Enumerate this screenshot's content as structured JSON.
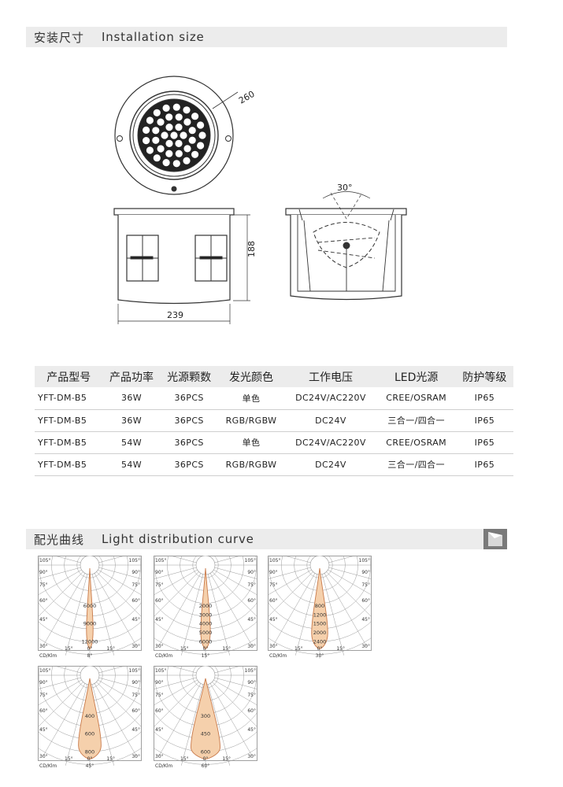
{
  "installation": {
    "title_cn": "安装尺寸",
    "title_en": "Installation size",
    "dim_diameter": "260",
    "dim_height": "188",
    "dim_width": "239",
    "tilt_angle": "30°"
  },
  "spec_table": {
    "headers": [
      "产品型号",
      "产品功率",
      "光源颗数",
      "发光颜色",
      "工作电压",
      "LED光源",
      "防护等级"
    ],
    "rows": [
      [
        "YFT-DM-B5",
        "36W",
        "36PCS",
        "单色",
        "DC24V/AC220V",
        "CREE/OSRAM",
        "IP65"
      ],
      [
        "YFT-DM-B5",
        "36W",
        "36PCS",
        "RGB/RGBW",
        "DC24V",
        "三合一/四合一",
        "IP65"
      ],
      [
        "YFT-DM-B5",
        "54W",
        "36PCS",
        "单色",
        "DC24V/AC220V",
        "CREE/OSRAM",
        "IP65"
      ],
      [
        "YFT-DM-B5",
        "54W",
        "36PCS",
        "RGB/RGBW",
        "DC24V",
        "三合一/四合一",
        "IP65"
      ]
    ]
  },
  "light_distribution": {
    "title_cn": "配光曲线",
    "title_en": "Light distribution curve"
  },
  "chart_data": [
    {
      "type": "polar",
      "beam_angle_label": "8°",
      "beam_angle_deg": 8,
      "unit_label": "CD/Klm",
      "radial_labels": [
        "6000",
        "9000",
        "12000"
      ],
      "radial_max": 14000,
      "angle_labels": [
        "105°",
        "90°",
        "75°",
        "60°",
        "45°",
        "30°",
        "15°",
        "0°"
      ]
    },
    {
      "type": "polar",
      "beam_angle_label": "15°",
      "beam_angle_deg": 15,
      "unit_label": "CD/Klm",
      "radial_labels": [
        "2000",
        "3000",
        "4000",
        "5000",
        "6000"
      ],
      "radial_max": 7000,
      "angle_labels": [
        "105°",
        "90°",
        "75°",
        "60°",
        "45°",
        "30°",
        "15°",
        "0°"
      ]
    },
    {
      "type": "polar",
      "beam_angle_label": "30°",
      "beam_angle_deg": 30,
      "unit_label": "CD/Klm",
      "radial_labels": [
        "800",
        "1200",
        "1500",
        "2000",
        "2400"
      ],
      "radial_max": 2600,
      "angle_labels": [
        "105°",
        "90°",
        "75°",
        "60°",
        "45°",
        "30°",
        "15°",
        "0°"
      ]
    },
    {
      "type": "polar",
      "beam_angle_label": "45°",
      "beam_angle_deg": 45,
      "unit_label": "CD/Klm",
      "radial_labels": [
        "400",
        "600",
        "800"
      ],
      "radial_max": 900,
      "angle_labels": [
        "105°",
        "90°",
        "75°",
        "60°",
        "45°",
        "30°",
        "15°",
        "0°"
      ]
    },
    {
      "type": "polar",
      "beam_angle_label": "60°",
      "beam_angle_deg": 60,
      "unit_label": "CD/Klm",
      "radial_labels": [
        "300",
        "450",
        "600"
      ],
      "radial_max": 700,
      "angle_labels": [
        "105°",
        "90°",
        "75°",
        "60°",
        "45°",
        "30°",
        "15°",
        "0°"
      ]
    }
  ],
  "colors": {
    "section_bg": "#ececec",
    "curve_fill": "#f5d0ac",
    "curve_stroke": "#c97a4a",
    "grid": "#9a9a9a"
  }
}
